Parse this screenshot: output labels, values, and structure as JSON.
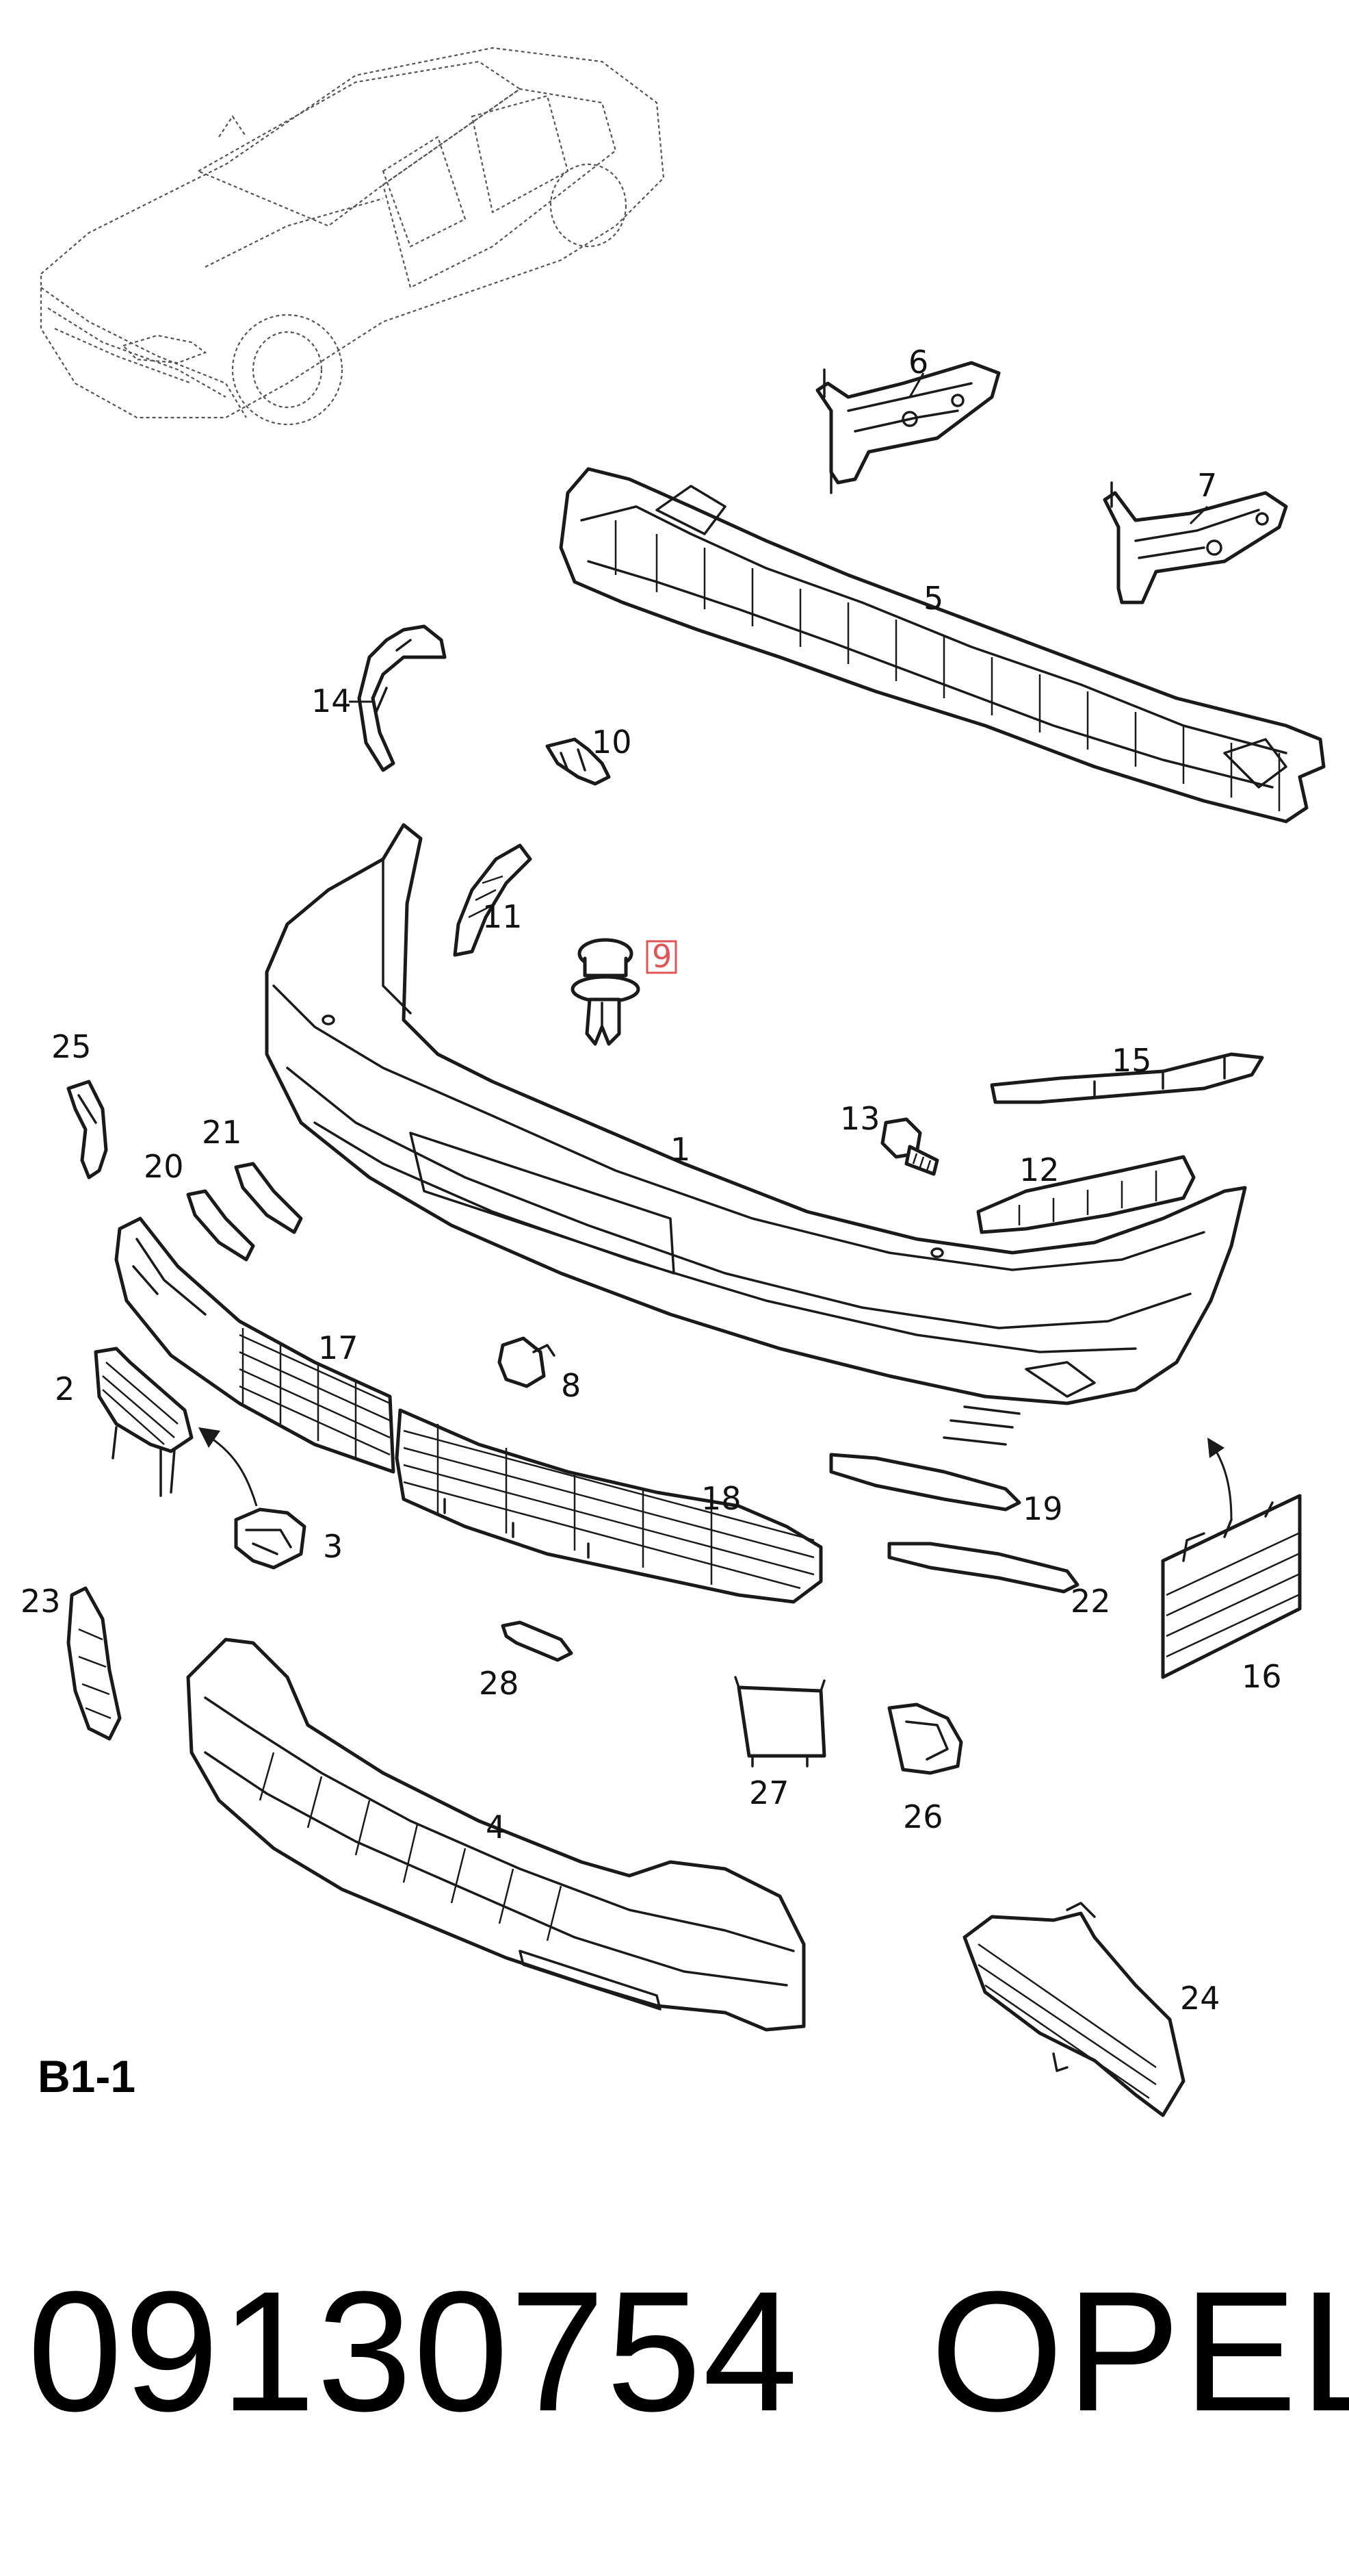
{
  "section_label": "B1-1",
  "part_number": "09130754",
  "brand": "OPEL",
  "highlight_color": "#e05555",
  "callouts": {
    "c1": "1",
    "c2": "2",
    "c3": "3",
    "c4": "4",
    "c5": "5",
    "c6": "6",
    "c7": "7",
    "c8": "8",
    "c9": "9",
    "c10": "10",
    "c11": "11",
    "c12": "12",
    "c13": "13",
    "c14": "14",
    "c15": "15",
    "c16": "16",
    "c17": "17",
    "c18": "18",
    "c19": "19",
    "c20": "20",
    "c21": "21",
    "c22": "22",
    "c23": "23",
    "c24": "24",
    "c25": "25",
    "c26": "26",
    "c27": "27",
    "c28": "28"
  },
  "highlighted_callout": "9"
}
